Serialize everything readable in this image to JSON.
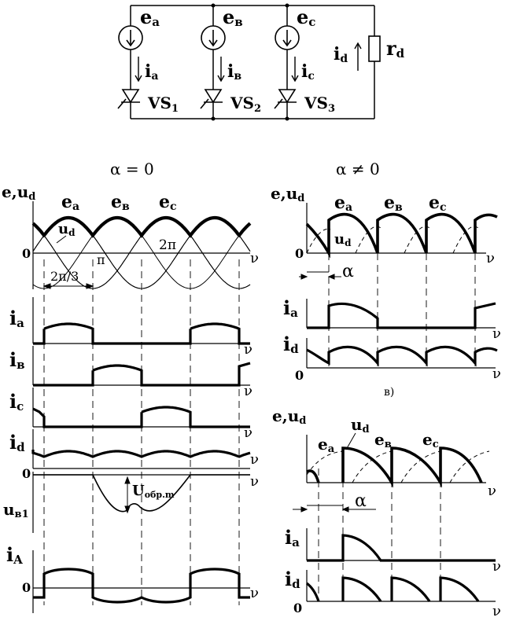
{
  "circuit": {
    "ea": "e",
    "ea_sub": "a",
    "eb": "e",
    "eb_sub": "в",
    "ec": "e",
    "ec_sub": "c",
    "ia": "i",
    "ia_sub": "a",
    "ib": "i",
    "ib_sub": "в",
    "ic": "i",
    "ic_sub": "c",
    "vs1": "VS",
    "vs1_sub": "1",
    "vs2": "VS",
    "vs2_sub": "2",
    "vs3": "VS",
    "vs3_sub": "3",
    "id": "i",
    "id_sub": "d",
    "rd": "r",
    "rd_sub": "d"
  },
  "left": {
    "heading": "α = 0",
    "eu_axis": "e,u",
    "eu_axis_sub": "d",
    "ea": "e",
    "ea_sub": "a",
    "eb": "e",
    "eb_sub": "в",
    "ec": "e",
    "ec_sub": "c",
    "ud": "u",
    "ud_sub": "d",
    "pi": "π",
    "two_pi": "2π",
    "zero": "0",
    "nu": "ν",
    "period": "2π/3",
    "ia": "i",
    "ia_sub": "a",
    "ib": "i",
    "ib_sub": "в",
    "ic": "i",
    "ic_sub": "c",
    "id": "i",
    "id_sub": "d",
    "ub1": "u",
    "ub1_sub": "в1",
    "uobr": "U",
    "uobr_sub": "обр.m",
    "iA": "i",
    "iA_sub": "A",
    "zero_iA": "0",
    "zero_ub": "0"
  },
  "right_top": {
    "heading": "α ≠ 0",
    "eu_axis": "e,u",
    "eu_axis_sub": "d",
    "ea": "e",
    "ea_sub": "a",
    "eb": "e",
    "eb_sub": "в",
    "ec": "e",
    "ec_sub": "c",
    "ud": "u",
    "ud_sub": "d",
    "zero": "0",
    "nu": "ν",
    "alpha": "α",
    "ia": "i",
    "ia_sub": "a",
    "id": "i",
    "id_sub": "d",
    "zero_id": "0",
    "caption": "в)"
  },
  "right_bottom": {
    "eu_axis": "e,u",
    "eu_axis_sub": "d",
    "ud": "u",
    "ud_sub": "d",
    "ea": "e",
    "ea_sub": "a",
    "eb": "e",
    "eb_sub": "в",
    "ec": "e",
    "ec_sub": "c",
    "nu": "ν",
    "alpha": "α",
    "ia": "i",
    "ia_sub": "a",
    "id": "i",
    "id_sub": "d",
    "zero": "0"
  }
}
